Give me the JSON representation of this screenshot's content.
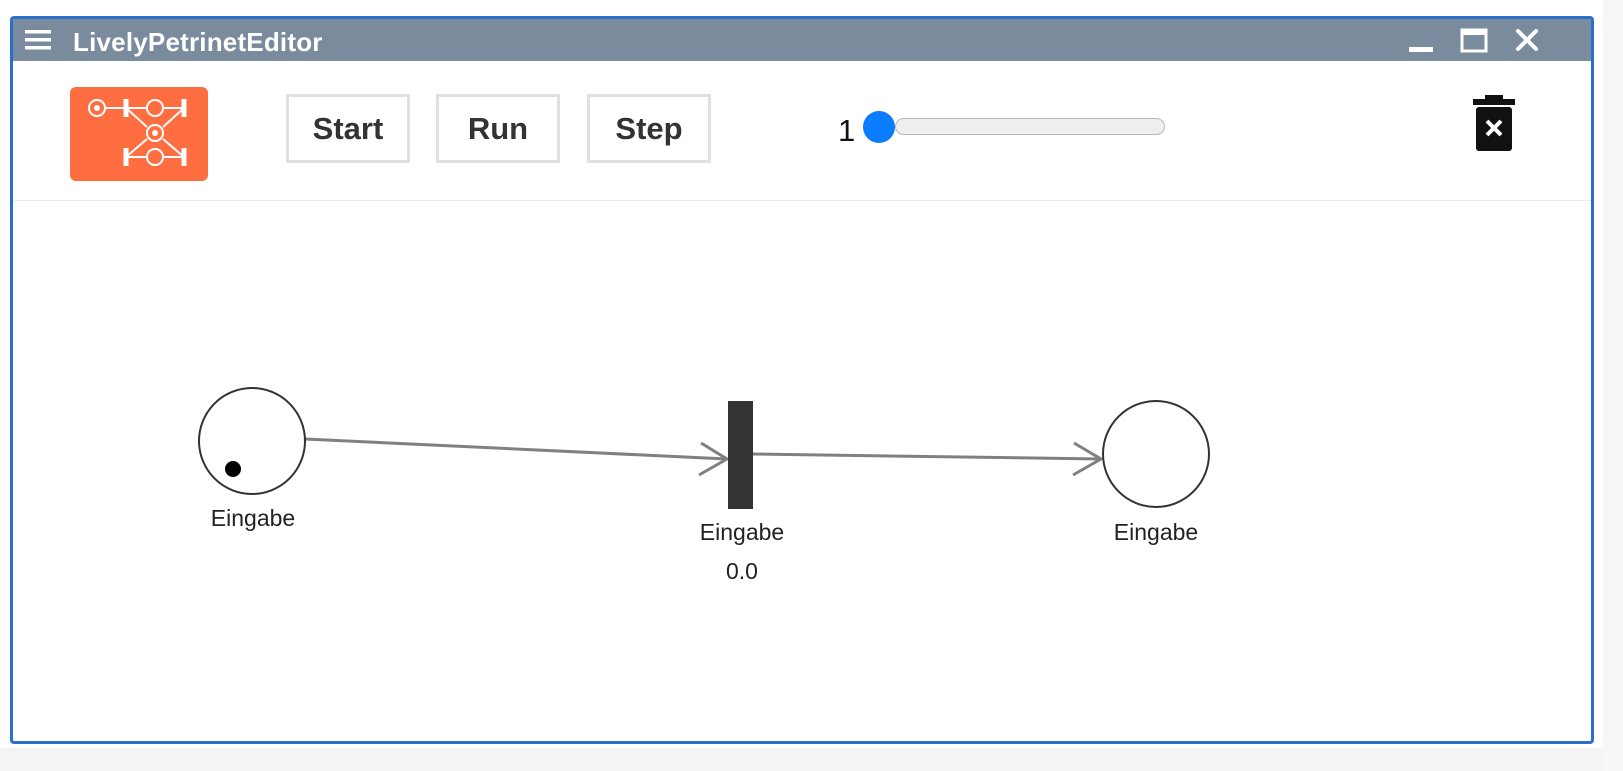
{
  "window": {
    "title": "LivelyPetrinetEditor",
    "accent_color": "#2a6fc9",
    "titlebar_color": "#7a8b9e"
  },
  "toolbar": {
    "logo_icon": "petrinet-logo-icon",
    "logo_color": "#ff6e40",
    "start_label": "Start",
    "run_label": "Run",
    "step_label": "Step",
    "speed_value": "1",
    "speed_slider_fraction": 0.0,
    "slider_color": "#0a7cff",
    "delete_icon": "trash-icon"
  },
  "net": {
    "places": [
      {
        "label": "Eingabe",
        "tokens": 1
      },
      {
        "label": "Eingabe",
        "tokens": 0
      }
    ],
    "transitions": [
      {
        "label": "Eingabe",
        "value": "0.0"
      }
    ],
    "arcs": [
      {
        "from": "place-1",
        "to": "transition-1"
      },
      {
        "from": "transition-1",
        "to": "place-2"
      }
    ]
  }
}
